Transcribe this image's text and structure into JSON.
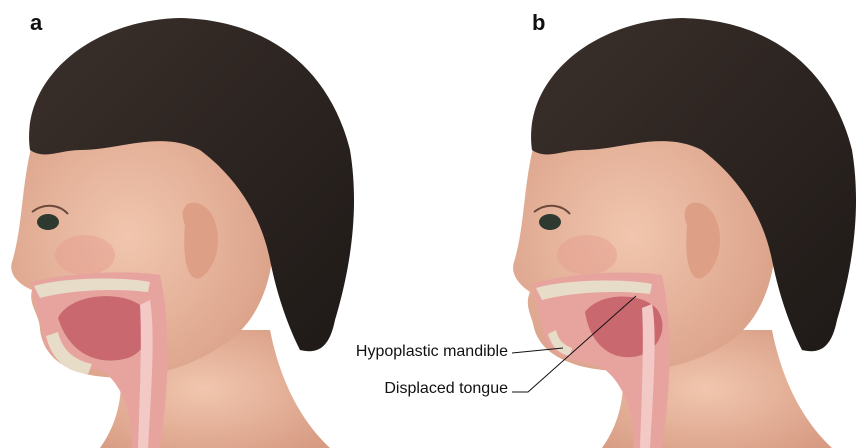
{
  "panels": {
    "a": {
      "label": "a"
    },
    "b": {
      "label": "b"
    }
  },
  "callouts": {
    "mandible": "Hypoplastic mandible",
    "tongue": "Displaced tongue"
  },
  "colors": {
    "hair": "#2a2320",
    "skin": "#e9b8a0",
    "skin_shadow": "#cf927a",
    "tissue": "#d9878a",
    "tongue": "#c9686f",
    "bone": "#e7dcc8",
    "airway": "#f3c9c5"
  }
}
